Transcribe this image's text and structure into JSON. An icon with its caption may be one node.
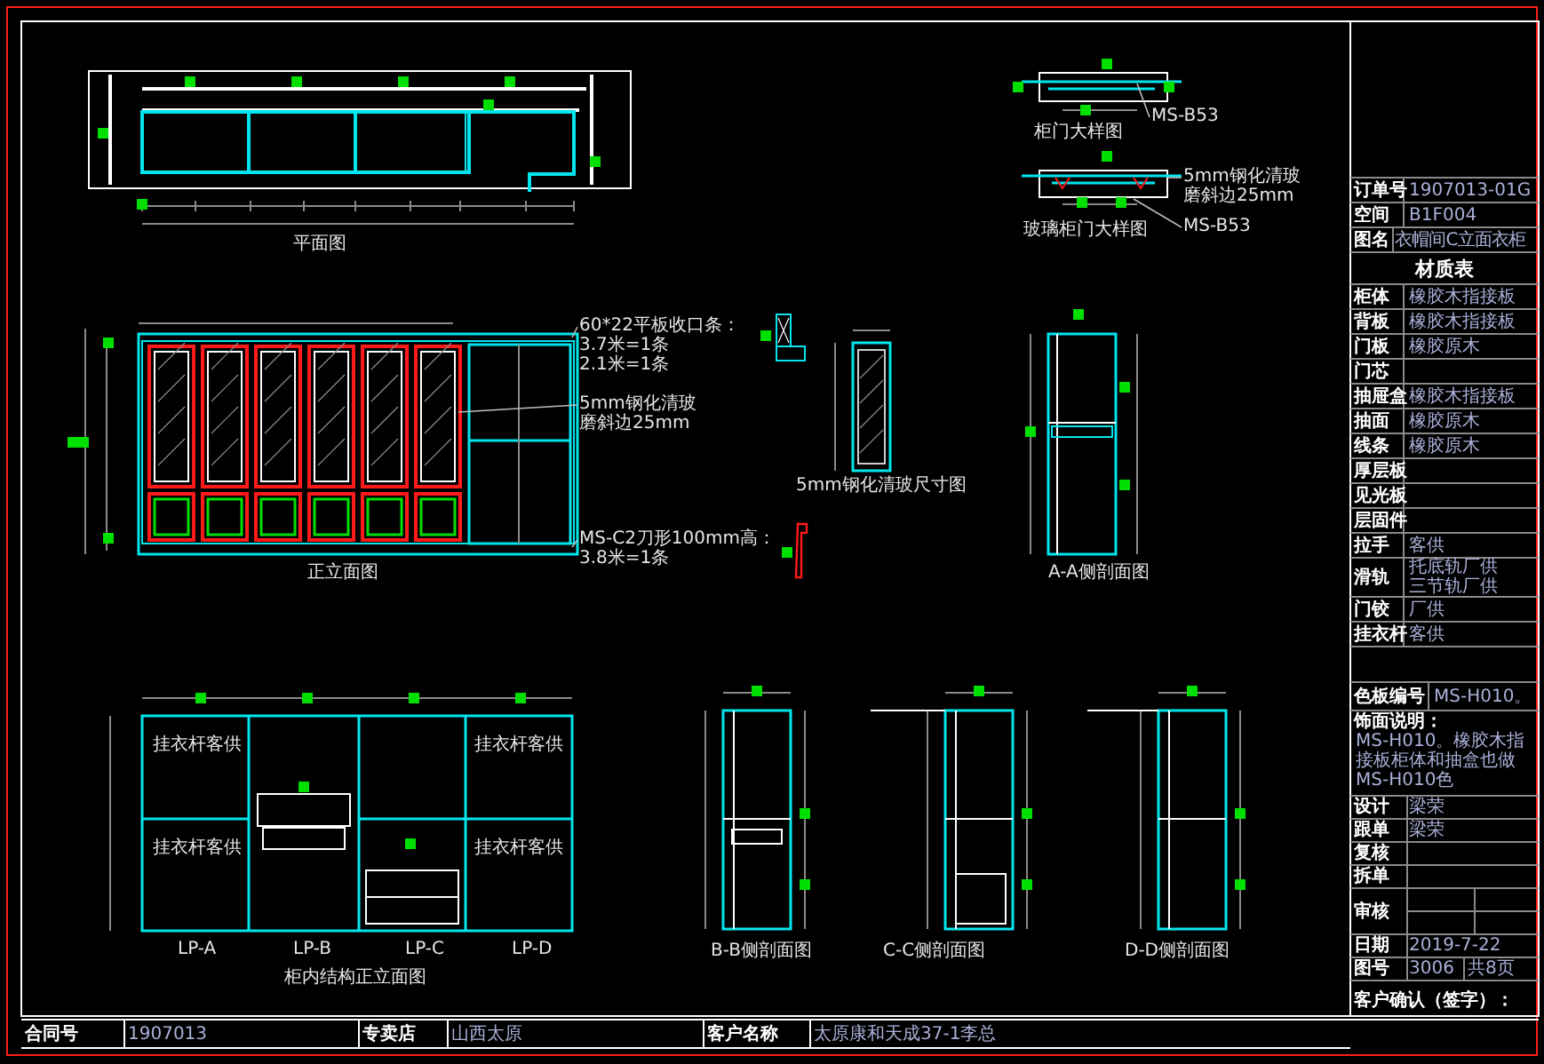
{
  "diagram": {
    "nodes": [
      {
        "text": [
          "60*22平板收口条：",
          "3.7米=1条",
          "2.1米=1条"
        ]
      },
      {
        "text": [
          "5mm钢化清玻",
          "磨斜边25mm"
        ]
      },
      {
        "text": [
          "MS-C2刀形100mm高：",
          "3.8米=1条"
        ]
      },
      {
        "text": [
          "5mm钢化清玻",
          "磨斜边25mm"
        ]
      },
      {
        "text": [
          "MS-B53"
        ]
      },
      {
        "text": [
          "MS-B53"
        ]
      }
    ],
    "edges": [
      {
        "from": 0,
        "to": null,
        "arrow": "none"
      },
      {
        "from": 1,
        "to": null,
        "arrow": "none"
      },
      {
        "from": 2,
        "to": null,
        "arrow": "none"
      },
      {
        "from": 3,
        "to": null,
        "arrow": "none"
      },
      {
        "from": 4,
        "to": null,
        "arrow": "none"
      },
      {
        "from": 5,
        "to": null,
        "arrow": "none"
      }
    ],
    "labels": [
      "平面图",
      "柜门大样图",
      "玻璃柜门大样图",
      "正立面图",
      "5mm钢化清玻尺寸图",
      "A-A侧剖面图",
      "挂衣杆客供",
      "挂衣杆客供",
      "挂衣杆客供",
      "挂衣杆客供",
      "LP-A",
      "LP-B",
      "LP-C",
      "LP-D",
      "柜内结构正立面图",
      "B-B侧剖面图",
      "C-C侧剖面图",
      "D-D侧剖面图",
      "订单号",
      "1907013-01G",
      "空间",
      "B1F004",
      "图名",
      "衣帽间C立面衣柜",
      "材质表",
      "柜体",
      "橡胶木指接板",
      "背板",
      "橡胶木指接板",
      "门板",
      "橡胶原木",
      "门芯",
      "抽屉盒",
      "橡胶木指接板",
      "抽面",
      "橡胶原木",
      "线条",
      "橡胶原木",
      "厚层板",
      "见光板",
      "层固件",
      "拉手",
      "客供",
      "滑轨",
      "托底轨厂供",
      "三节轨厂供",
      "门铰",
      "厂供",
      "挂衣杆",
      "客供",
      "色板编号",
      "MS-H010。",
      "饰面说明：",
      "MS-H010。橡胶木指接板柜体和抽盒也做MS-H010色",
      "设计",
      "梁荣",
      "跟单",
      "梁荣",
      "复核",
      "拆单",
      "审核",
      "日期",
      "2019-7-22",
      "图号",
      "3006",
      "共8页",
      "客户确认（签字）：",
      "合同号",
      "1907013",
      "专卖店",
      "山西太原",
      "客户名称",
      "太原康和天成37-1李总"
    ]
  }
}
